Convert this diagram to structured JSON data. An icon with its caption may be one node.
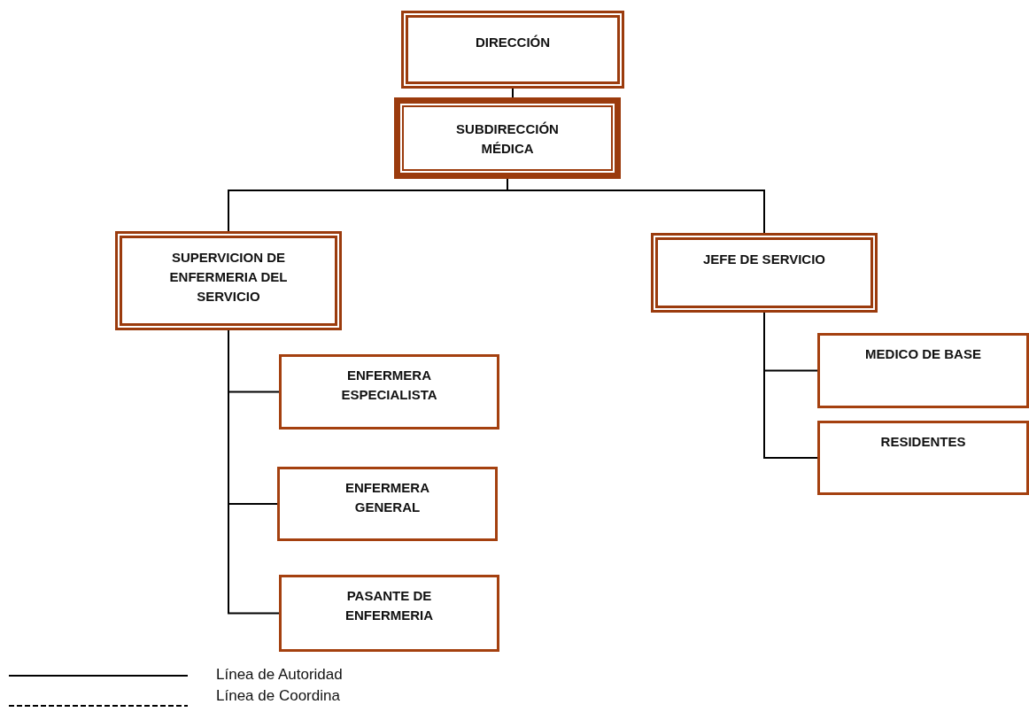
{
  "diagram": {
    "nodes": [
      {
        "text": [
          "DIRECCIÓN"
        ]
      },
      {
        "text": [
          "SUBDIRECCIÓN MÉDICA"
        ]
      },
      {
        "text": [
          "SUPERVICION DE ENFERMERIA DEL SERVICIO"
        ]
      },
      {
        "text": [
          "JEFE DE SERVICIO"
        ]
      },
      {
        "text": [
          "ENFERMERA ESPECIALISTA"
        ]
      },
      {
        "text": [
          "ENFERMERA GENERAL"
        ]
      },
      {
        "text": [
          "PASANTE DE ENFERMERIA"
        ]
      },
      {
        "text": [
          "MEDICO DE BASE"
        ]
      },
      {
        "text": [
          "RESIDENTES"
        ]
      }
    ],
    "edges": [
      {
        "from": 0,
        "to": 1,
        "arrow": "none"
      },
      {
        "from": 1,
        "to": 2,
        "arrow": "none"
      },
      {
        "from": 1,
        "to": 3,
        "arrow": "none"
      },
      {
        "from": 2,
        "to": 4,
        "arrow": "none"
      },
      {
        "from": 2,
        "to": 5,
        "arrow": "none"
      },
      {
        "from": 2,
        "to": 6,
        "arrow": "none"
      },
      {
        "from": 3,
        "to": 7,
        "arrow": "none"
      },
      {
        "from": 3,
        "to": 8,
        "arrow": "none"
      }
    ],
    "legend": [
      {
        "text": "Línea de Autoridad"
      },
      {
        "text": "Línea de Coordina"
      }
    ]
  }
}
